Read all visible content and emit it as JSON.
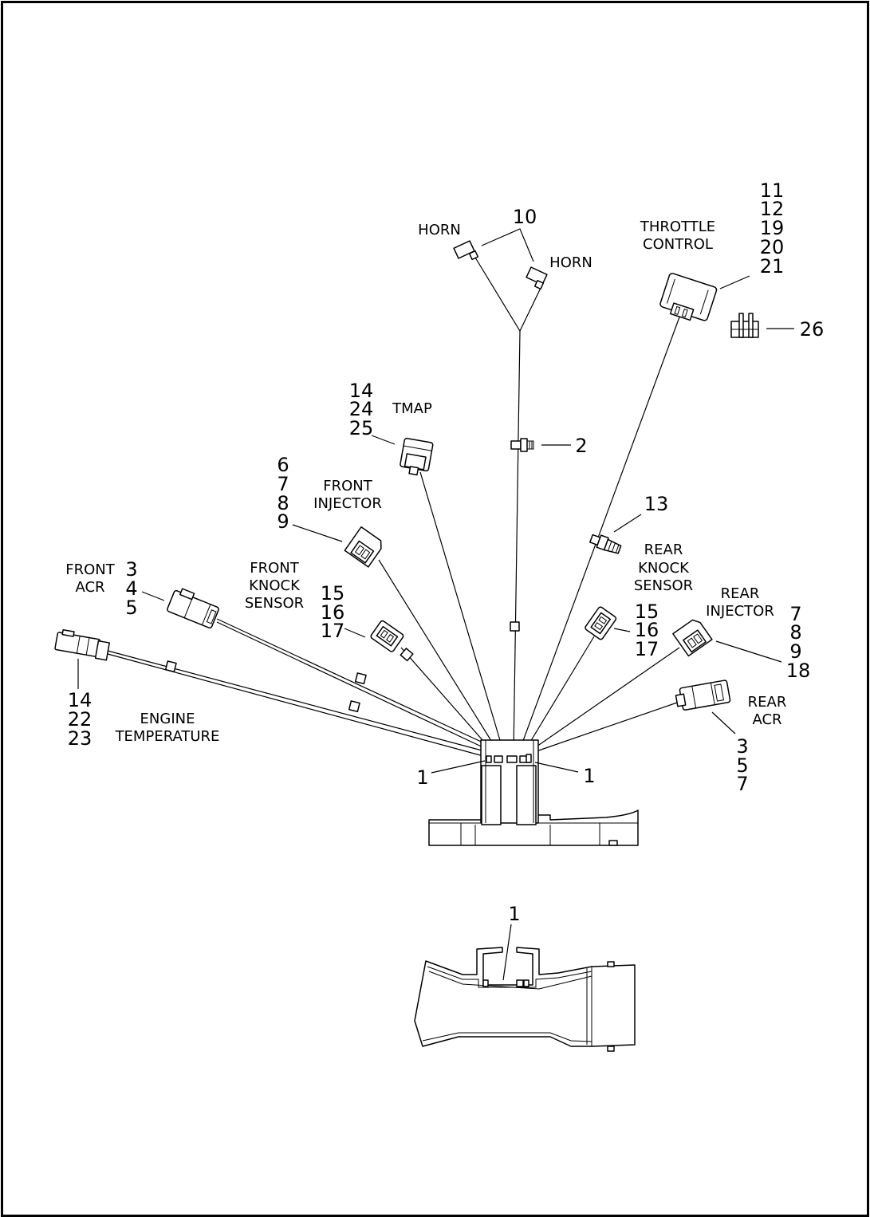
{
  "labels": {
    "horn_left": "HORN",
    "horn_right": "HORN",
    "throttle": [
      "THROTTLE",
      "CONTROL"
    ],
    "tmap": "TMAP",
    "front_injector": [
      "FRONT",
      "INJECTOR"
    ],
    "front_acr": [
      "FRONT",
      "ACR"
    ],
    "front_knock": [
      "FRONT",
      "KNOCK",
      "SENSOR"
    ],
    "rear_knock": [
      "REAR",
      "KNOCK",
      "SENSOR"
    ],
    "rear_injector": [
      "REAR",
      "INJECTOR"
    ],
    "rear_acr": [
      "REAR",
      "ACR"
    ],
    "engine_temp": [
      "ENGINE",
      "TEMPERATURE"
    ]
  },
  "callouts": {
    "horn": [
      "10"
    ],
    "throttle": [
      "11",
      "12",
      "19",
      "20",
      "21"
    ],
    "clip26": [
      "26"
    ],
    "tmap": [
      "14",
      "24",
      "25"
    ],
    "clip2": [
      "2"
    ],
    "front_injector": [
      "6",
      "7",
      "8",
      "9"
    ],
    "clip13": [
      "13"
    ],
    "front_acr": [
      "3",
      "4",
      "5"
    ],
    "front_knock": [
      "15",
      "16",
      "17"
    ],
    "rear_knock": [
      "15",
      "16",
      "17"
    ],
    "rear_injector": [
      "7",
      "8",
      "9",
      "18"
    ],
    "engine_temp": [
      "14",
      "22",
      "23"
    ],
    "rear_acr": [
      "3",
      "5",
      "7"
    ],
    "tie_left": [
      "1"
    ],
    "tie_right": [
      "1"
    ],
    "detail": [
      "1"
    ]
  }
}
